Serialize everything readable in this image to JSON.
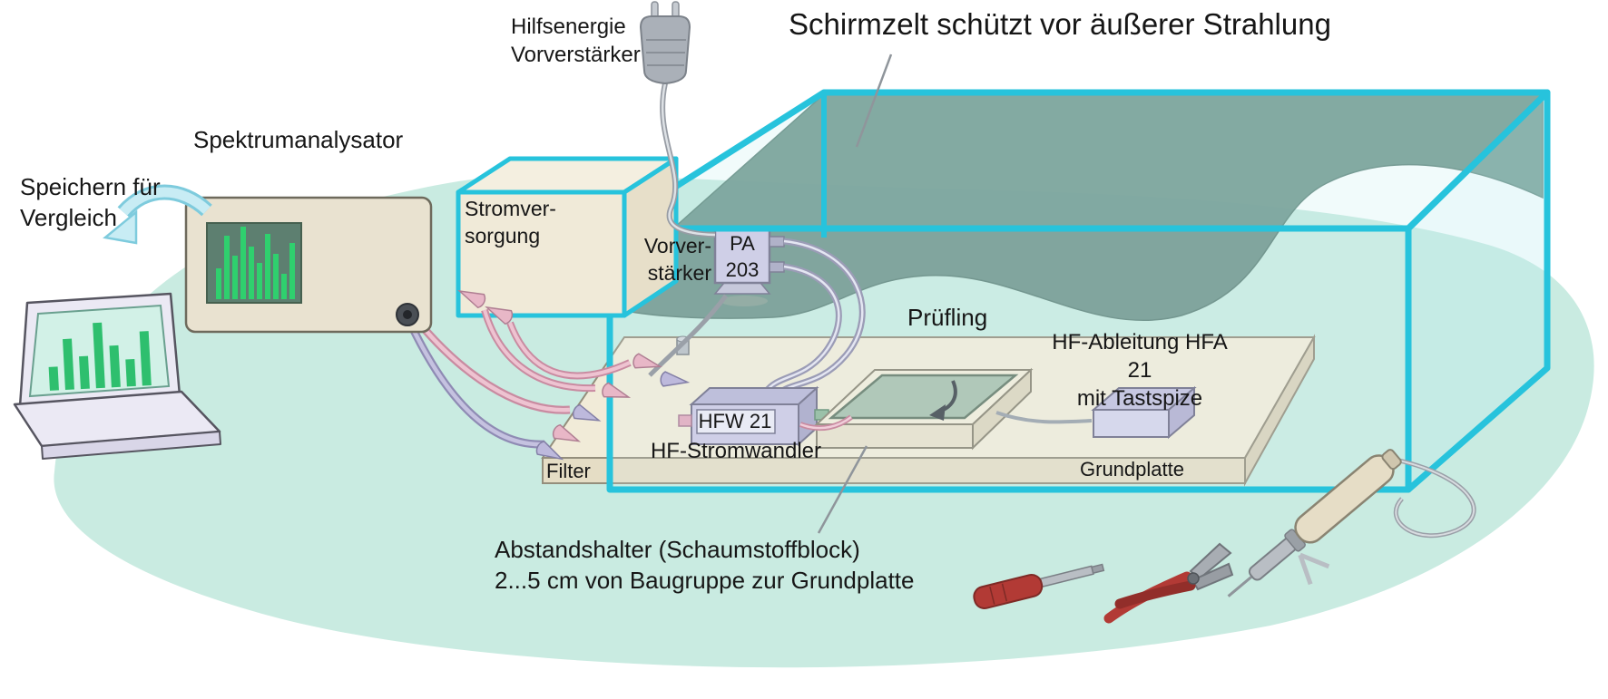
{
  "title": "Schirmzelt schützt vor äußerer Strahlung",
  "labels": {
    "aux_power": "Hilfsenergie\nVorverstärker",
    "spectrum_analyzer": "Spektrumanalysator",
    "save_for_comparison": "Speichern für\nVergleich",
    "power_supply": "Stromver-\nsorgung",
    "preamp": "Vorver-\nstärker",
    "preamp_model": "PA\n203",
    "device_under_test": "Prüfling",
    "hf_discharge": "HF-Ableitung HFA 21\nmit Tastspize",
    "current_transformer_model": "HFW 21",
    "current_transformer": "HF-Stromwandler",
    "filter": "Filter",
    "base_plate": "Grundplatte",
    "spacer": "Abstandshalter (Schaumstoffblock)\n2...5 cm von Baugruppe zur Grundplatte"
  },
  "colors": {
    "tent_frame": "#27c3dc",
    "tent_drape": "#6d948a",
    "background_blob": "#c9ebe1",
    "device_beige": "#e9e2d0",
    "component_lavender": "#cdc9e4",
    "cable_pink": "#e8b7c7",
    "cable_lavender": "#bdb9dc",
    "screen_bar_green": "#2fd06e",
    "screen_background": "#5d7f70",
    "tool_red": "#b23a35",
    "text": "#161616"
  }
}
